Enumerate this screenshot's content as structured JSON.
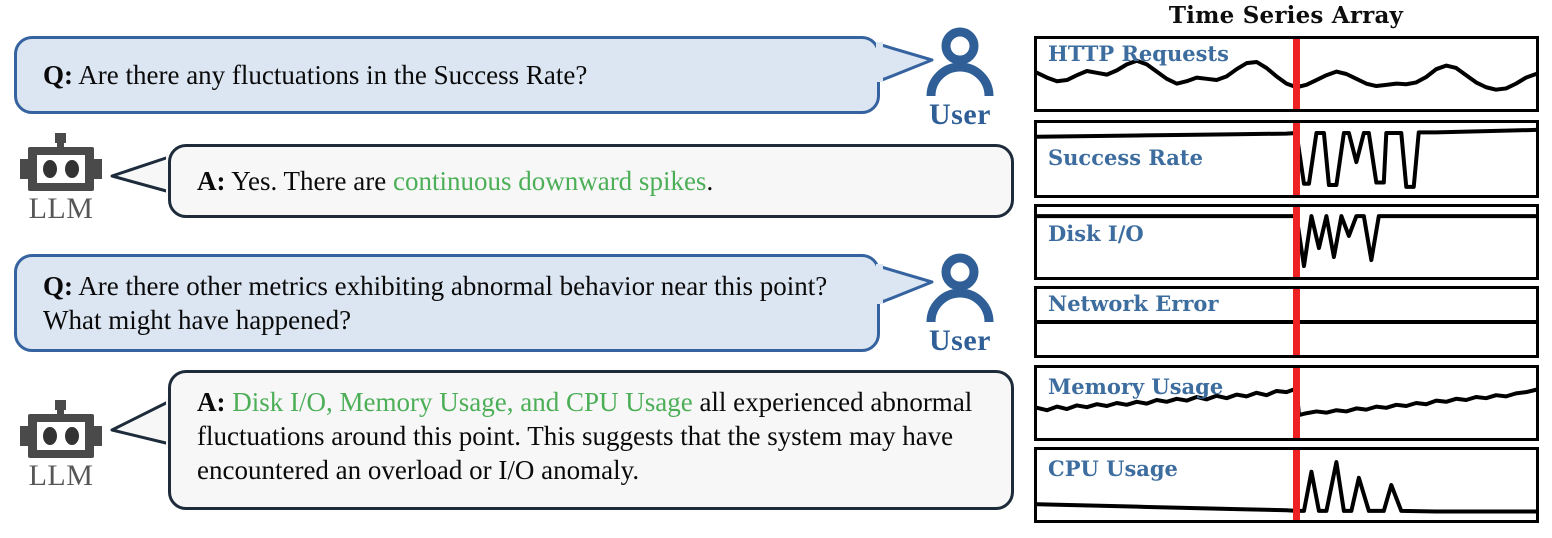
{
  "conversation": {
    "messages": [
      {
        "role": "user",
        "role_label": "User",
        "prefix": "Q:",
        "text": " Are there any fluctuations in the Success Rate?"
      },
      {
        "role": "llm",
        "role_label": "LLM",
        "prefix": "A:",
        "text_before": " Yes. There are ",
        "highlight": "continuous downward spikes",
        "text_after": "."
      },
      {
        "role": "user",
        "role_label": "User",
        "prefix": "Q:",
        "text": " Are there other metrics exhibiting abnormal behavior near this point? What might have happened?"
      },
      {
        "role": "llm",
        "role_label": "LLM",
        "prefix": "A:",
        "text_before": " ",
        "highlight": "Disk I/O, Memory Usage, and CPU Usage",
        "text_after": " all experienced abnormal fluctuations around this point. This suggests that the system may have encountered an overload or I/O anomaly."
      }
    ]
  },
  "colors": {
    "user_blue": "#2f5f96",
    "bubble_question_fill": "#dce5f2",
    "bubble_question_border": "#3563a0",
    "bubble_answer_fill": "#f7f7f7",
    "bubble_answer_border": "#1d2b3b",
    "llm_gray": "#4a4a4a",
    "highlight_green": "#4caf58",
    "series_label_blue": "#3d6d9e",
    "marker_red": "#ee2222",
    "series_line": "#000000"
  },
  "chart_data": {
    "type": "line",
    "title": "Time Series Array",
    "grid": false,
    "legend": "none",
    "xlabel": "",
    "ylabel": "",
    "annotations": [
      {
        "name": "anomaly-marker",
        "type": "vline",
        "x": 0.52,
        "color": "#ee2222",
        "applies_to": "all-panels"
      }
    ],
    "panels": [
      {
        "name": "HTTP Requests",
        "label": "HTTP Requests",
        "ylim": [
          0,
          1
        ],
        "x": [
          0.0,
          0.02,
          0.04,
          0.06,
          0.08,
          0.1,
          0.12,
          0.14,
          0.16,
          0.18,
          0.2,
          0.22,
          0.24,
          0.26,
          0.28,
          0.3,
          0.32,
          0.34,
          0.36,
          0.38,
          0.4,
          0.42,
          0.44,
          0.46,
          0.48,
          0.5,
          0.52,
          0.54,
          0.56,
          0.58,
          0.6,
          0.62,
          0.64,
          0.66,
          0.68,
          0.7,
          0.72,
          0.74,
          0.76,
          0.78,
          0.8,
          0.82,
          0.84,
          0.86,
          0.88,
          0.9,
          0.92,
          0.94,
          0.96,
          0.98,
          1.0
        ],
        "y": [
          0.52,
          0.44,
          0.38,
          0.4,
          0.48,
          0.55,
          0.52,
          0.49,
          0.56,
          0.66,
          0.72,
          0.66,
          0.54,
          0.42,
          0.34,
          0.38,
          0.44,
          0.42,
          0.4,
          0.46,
          0.58,
          0.68,
          0.7,
          0.6,
          0.46,
          0.34,
          0.28,
          0.32,
          0.4,
          0.48,
          0.54,
          0.5,
          0.42,
          0.34,
          0.3,
          0.32,
          0.34,
          0.33,
          0.36,
          0.45,
          0.58,
          0.64,
          0.6,
          0.48,
          0.36,
          0.28,
          0.24,
          0.26,
          0.34,
          0.44,
          0.5
        ],
        "description": "oscillating periodic wave, slight downward drift"
      },
      {
        "name": "Success Rate",
        "label": "Success Rate",
        "ylim": [
          0,
          1
        ],
        "x": [
          0.0,
          0.1,
          0.2,
          0.3,
          0.4,
          0.5,
          0.52,
          0.535,
          0.545,
          0.56,
          0.575,
          0.585,
          0.6,
          0.615,
          0.625,
          0.64,
          0.655,
          0.665,
          0.68,
          0.695,
          0.7,
          0.715,
          0.73,
          0.74,
          0.755,
          0.765,
          0.78,
          0.8,
          0.85,
          0.9,
          0.95,
          1.0
        ],
        "y": [
          0.86,
          0.87,
          0.88,
          0.89,
          0.9,
          0.91,
          0.92,
          0.1,
          0.1,
          0.92,
          0.92,
          0.08,
          0.08,
          0.92,
          0.92,
          0.45,
          0.92,
          0.92,
          0.12,
          0.12,
          0.92,
          0.92,
          0.92,
          0.05,
          0.05,
          0.93,
          0.93,
          0.93,
          0.94,
          0.95,
          0.96,
          0.97
        ],
        "description": "high flat line rising slowly, with continuous downward square spikes after the marker"
      },
      {
        "name": "Disk I/O",
        "label": "Disk I/O",
        "ylim": [
          0,
          1
        ],
        "x": [
          0.0,
          0.2,
          0.4,
          0.5,
          0.52,
          0.535,
          0.55,
          0.565,
          0.58,
          0.595,
          0.61,
          0.625,
          0.64,
          0.655,
          0.67,
          0.685,
          0.7,
          0.72,
          0.8,
          0.9,
          1.0
        ],
        "y": [
          0.93,
          0.93,
          0.93,
          0.93,
          0.93,
          0.1,
          0.93,
          0.4,
          0.93,
          0.25,
          0.93,
          0.6,
          0.93,
          0.93,
          0.2,
          0.93,
          0.93,
          0.93,
          0.93,
          0.93,
          0.93
        ],
        "description": "flat near top with sharp downward spikes clustered just after marker"
      },
      {
        "name": "Network Error",
        "label": "Network Error",
        "ylim": [
          0,
          1
        ],
        "x": [
          0.0,
          0.5,
          1.0
        ],
        "y": [
          0.5,
          0.5,
          0.5
        ],
        "description": "completely flat zero-variance line"
      },
      {
        "name": "Memory Usage",
        "label": "Memory Usage",
        "ylim": [
          0,
          1
        ],
        "x": [
          0.0,
          0.02,
          0.04,
          0.06,
          0.08,
          0.1,
          0.12,
          0.14,
          0.16,
          0.18,
          0.2,
          0.22,
          0.24,
          0.26,
          0.28,
          0.3,
          0.32,
          0.34,
          0.36,
          0.38,
          0.4,
          0.42,
          0.44,
          0.46,
          0.48,
          0.5,
          0.52,
          0.525,
          0.54,
          0.56,
          0.58,
          0.6,
          0.62,
          0.64,
          0.66,
          0.68,
          0.7,
          0.72,
          0.74,
          0.76,
          0.78,
          0.8,
          0.82,
          0.84,
          0.86,
          0.88,
          0.9,
          0.92,
          0.94,
          0.96,
          0.98,
          1.0
        ],
        "y": [
          0.42,
          0.38,
          0.44,
          0.4,
          0.46,
          0.43,
          0.48,
          0.45,
          0.5,
          0.47,
          0.52,
          0.49,
          0.55,
          0.52,
          0.57,
          0.54,
          0.6,
          0.56,
          0.62,
          0.58,
          0.64,
          0.61,
          0.67,
          0.63,
          0.7,
          0.68,
          0.74,
          0.3,
          0.33,
          0.36,
          0.34,
          0.38,
          0.36,
          0.41,
          0.39,
          0.44,
          0.42,
          0.47,
          0.45,
          0.5,
          0.48,
          0.54,
          0.52,
          0.57,
          0.55,
          0.6,
          0.58,
          0.63,
          0.61,
          0.66,
          0.68,
          0.72
        ],
        "description": "noisy upward trending line with a sharp drop at the marker then resuming upward trend"
      },
      {
        "name": "CPU Usage",
        "label": "CPU Usage",
        "ylim": [
          0,
          1
        ],
        "x": [
          0.0,
          0.2,
          0.4,
          0.5,
          0.52,
          0.535,
          0.55,
          0.565,
          0.58,
          0.6,
          0.615,
          0.63,
          0.645,
          0.665,
          0.68,
          0.695,
          0.71,
          0.73,
          0.8,
          0.9,
          1.0
        ],
        "y": [
          0.18,
          0.14,
          0.1,
          0.08,
          0.07,
          0.07,
          0.72,
          0.07,
          0.07,
          0.88,
          0.07,
          0.07,
          0.62,
          0.07,
          0.07,
          0.07,
          0.5,
          0.07,
          0.06,
          0.06,
          0.06
        ],
        "description": "low declining baseline with four tall upward spikes immediately after the marker"
      }
    ]
  }
}
